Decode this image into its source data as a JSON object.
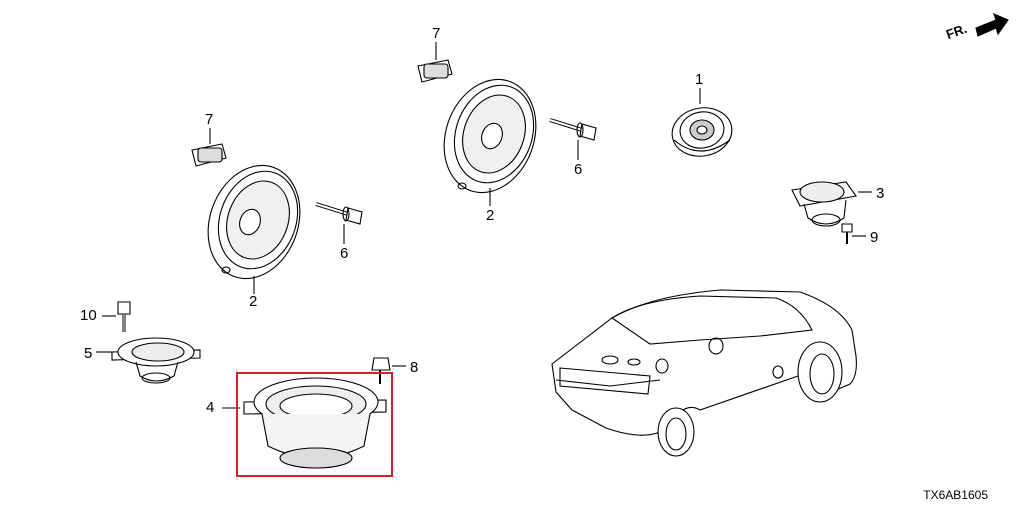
{
  "orientation_label": "FR.",
  "diagram_code": "TX6AB1605",
  "callouts": {
    "c1": "1",
    "c2a": "2",
    "c2b": "2",
    "c3": "3",
    "c4": "4",
    "c5": "5",
    "c6a": "6",
    "c6b": "6",
    "c7a": "7",
    "c7b": "7",
    "c8": "8",
    "c9": "9",
    "c10": "10"
  },
  "highlight_color": "#d61f26",
  "highlighted_part": "4"
}
